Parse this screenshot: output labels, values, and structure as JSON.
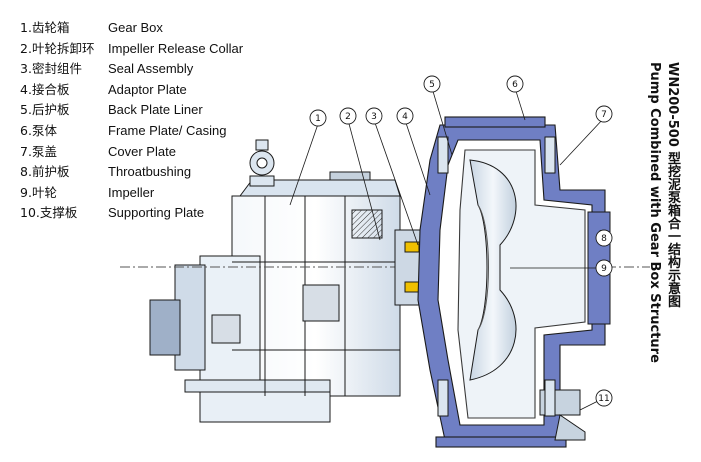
{
  "title_zh": "WN200-500 型挖泥泵箱合一结构示意图",
  "title_en": "Pump Combined with Gear Box Structure",
  "legend": [
    {
      "num": "1.",
      "zh": "齿轮箱",
      "en": "Gear Box"
    },
    {
      "num": "2.",
      "zh": "叶轮拆卸环",
      "en": "Impeller Release Collar"
    },
    {
      "num": "3.",
      "zh": "密封组件",
      "en": "Seal Assembly"
    },
    {
      "num": "4.",
      "zh": "接合板",
      "en": "Adaptor Plate"
    },
    {
      "num": "5.",
      "zh": "后护板",
      "en": "Back Plate Liner"
    },
    {
      "num": "6.",
      "zh": "泵体",
      "en": "Frame Plate/ Casing"
    },
    {
      "num": "7.",
      "zh": "泵盖",
      "en": "Cover Plate"
    },
    {
      "num": "8.",
      "zh": "前护板",
      "en": "Throatbushing"
    },
    {
      "num": "9.",
      "zh": "叶轮",
      "en": "Impeller"
    },
    {
      "num": "10.",
      "zh": "支撑板",
      "en": "Supporting Plate"
    }
  ],
  "callouts": [
    "1",
    "2",
    "3",
    "4",
    "5",
    "6",
    "7",
    "8",
    "9",
    "11"
  ],
  "colors": {
    "casing": "#6f7fc4",
    "gearbox": "#e6eef6",
    "impeller": "#dde7f0",
    "outline": "#1a1a1a"
  }
}
